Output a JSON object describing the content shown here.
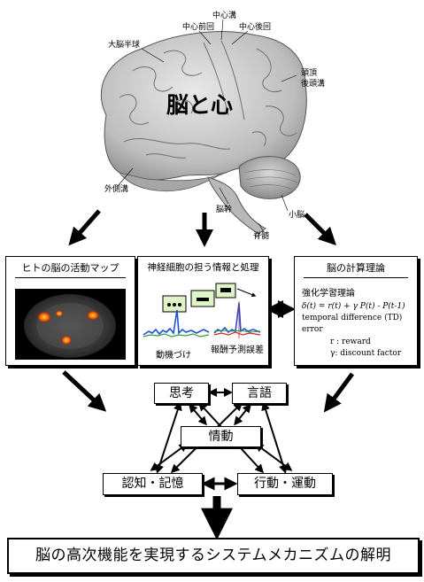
{
  "brain": {
    "title": "脳と心",
    "labels": {
      "cerebrum": "大脳半球",
      "central_sulcus": "中心溝",
      "precentral": "中心前回",
      "postcentral": "中心後回",
      "parieto_occipital": [
        "頭頂",
        "後頭溝"
      ],
      "lateral_sulcus": "外側溝",
      "brainstem": "脳幹",
      "cerebellum": "小脳",
      "spinal_cord": "脊髄"
    }
  },
  "left_box": {
    "title": "ヒトの脳の活動マップ"
  },
  "center_box": {
    "title": "神経細胞の担う情報と処理",
    "caption_left": "動機づけ",
    "caption_right": "報酬予測誤差"
  },
  "right_box": {
    "title": "脳の計算理論",
    "lines": [
      "強化学習理論",
      "δ(t) = r(t) + γ P(t) - P(t-1)",
      "temporal difference (TD)",
      "error",
      "r : reward",
      "γ: discount factor"
    ]
  },
  "nodes": {
    "thought": "思考",
    "language": "言語",
    "emotion": "情動",
    "cognition": "認知・記憶",
    "action": "行動・運動"
  },
  "bottom_banner": "脳の高次機能を実現するシステムメカニズムの解明",
  "colors": {
    "brain": "#c8c8c8",
    "brain_dark": "#8e8e8e",
    "accent": "#000000"
  }
}
